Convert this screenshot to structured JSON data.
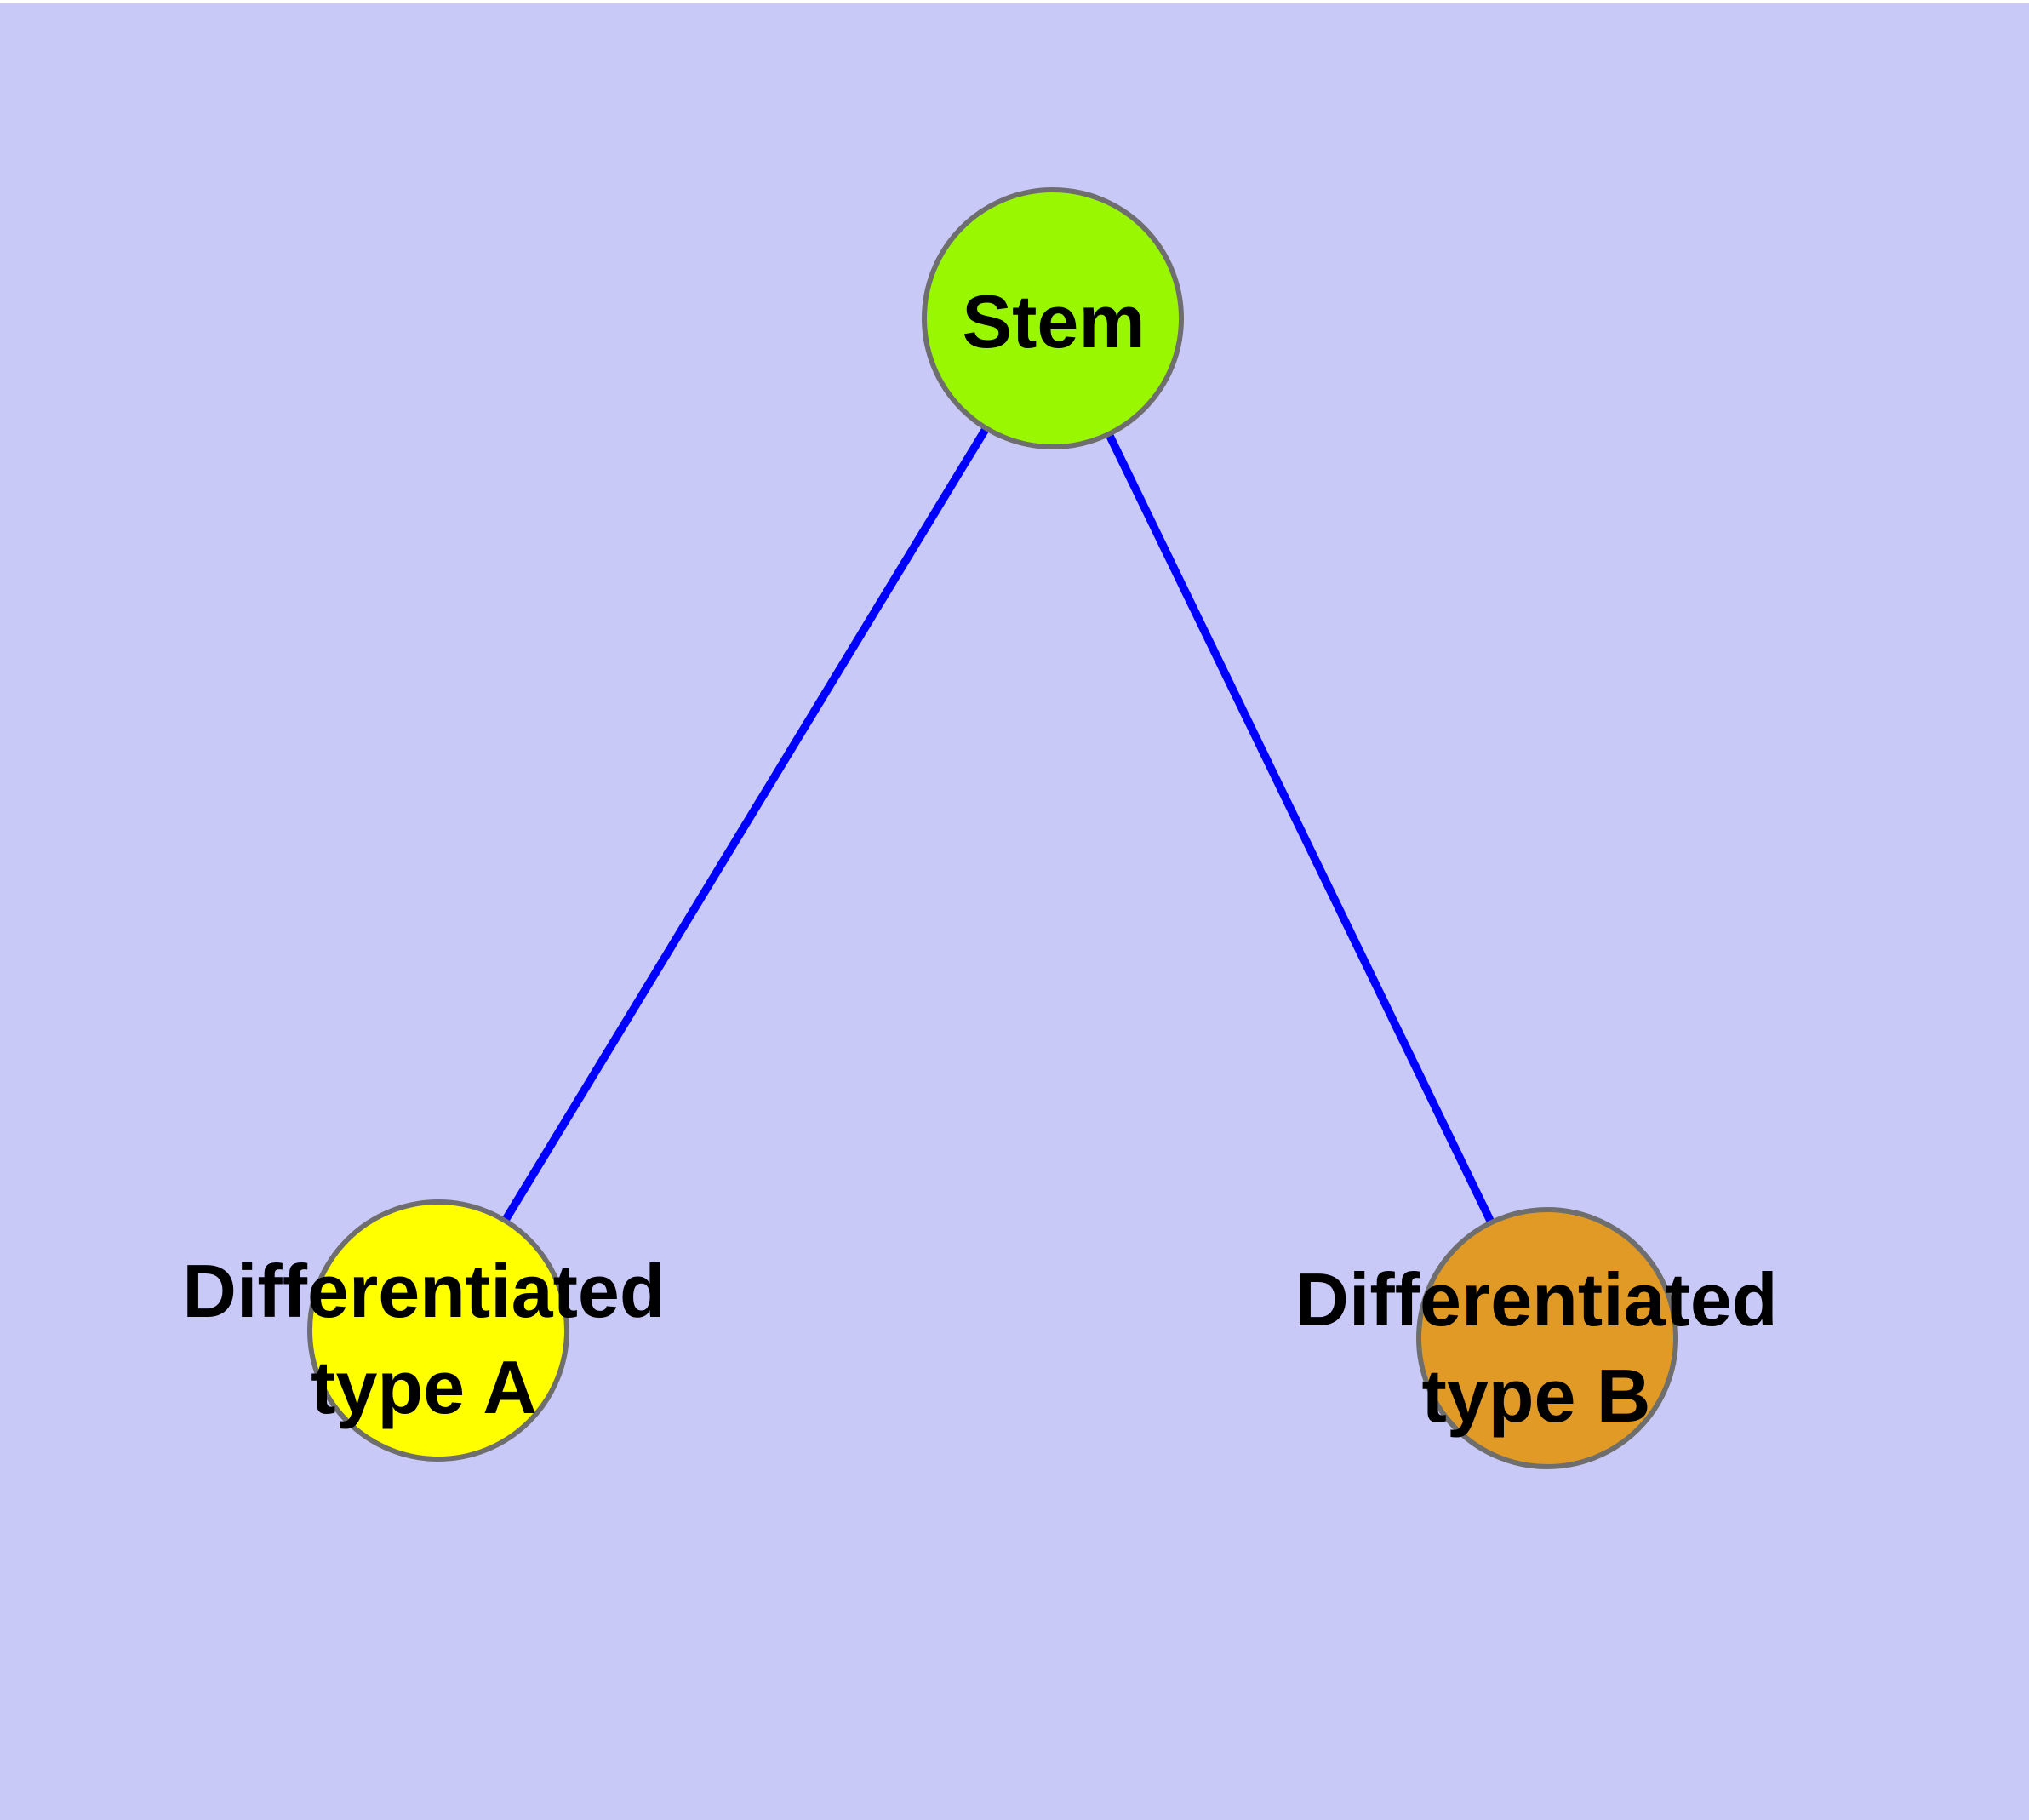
{
  "diagram": {
    "title": "",
    "background_color": "#C9C9F7",
    "top_strip_color": "#FFFFFF",
    "edge_color": "#0000FF",
    "node_border_color": "#6E6E6E",
    "label_color": "#000000",
    "nodes": [
      {
        "id": "stem",
        "label_lines": [
          "Stem"
        ],
        "fill": "#99F702"
      },
      {
        "id": "differentiated-type-a",
        "label_lines": [
          "Differentiated",
          "type A"
        ],
        "fill": "#FFFF00"
      },
      {
        "id": "differentiated-type-b",
        "label_lines": [
          "Differentiated",
          "type B"
        ],
        "fill": "#E19A26"
      }
    ],
    "edges": [
      {
        "from": "Stem",
        "to": "Differentiated type A"
      },
      {
        "from": "Stem",
        "to": "Differentiated type B"
      }
    ]
  }
}
